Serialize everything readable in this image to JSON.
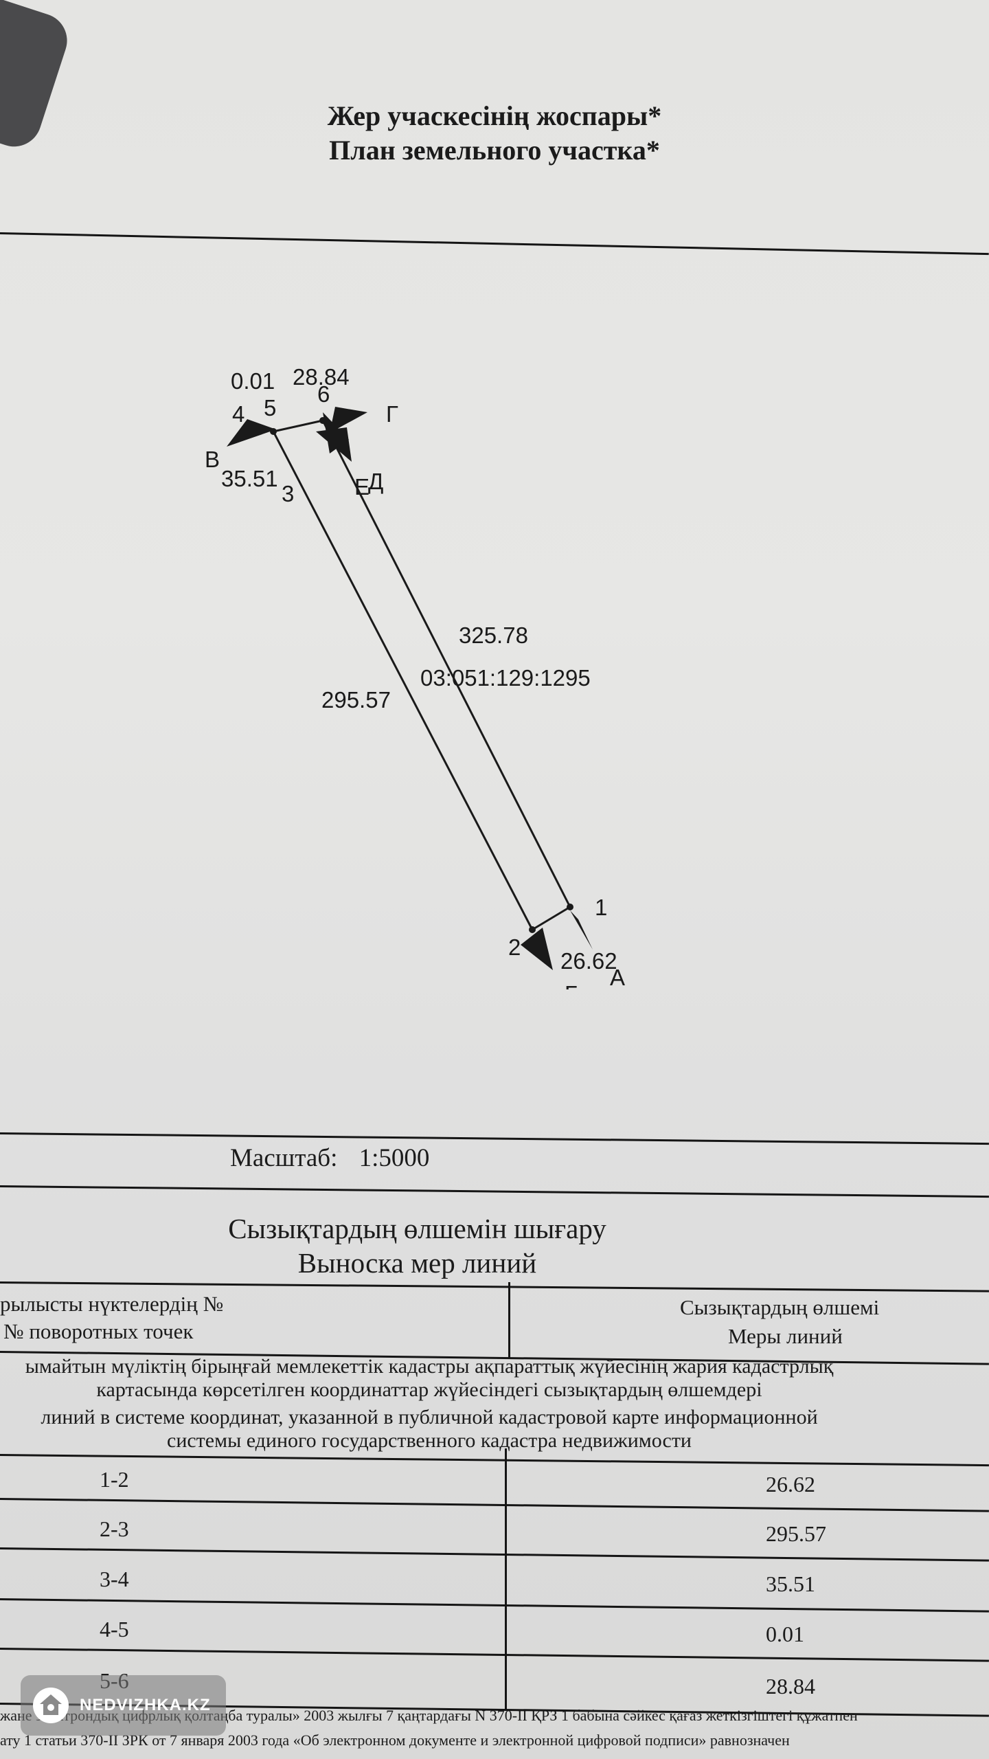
{
  "header": {
    "title_kz": "Жер учаскесінің жоспары*",
    "title_ru": "План земельного участка*"
  },
  "plan": {
    "cadastral_number": "03:051:129:1295",
    "points": [
      "1",
      "2",
      "3",
      "4",
      "5",
      "6"
    ],
    "arrows": [
      "А",
      "Б",
      "В",
      "Г",
      "Д",
      "Е"
    ],
    "segment_labels": {
      "s1_2": "26.62",
      "s2_3": "295.57",
      "s3_4": "35.51",
      "s4_5": "0.01",
      "s5_6": "28.84",
      "side_right": "325.78"
    }
  },
  "scale": {
    "label": "Масштаб:",
    "value": "1:5000"
  },
  "measures": {
    "title_kz": "Сызықтардың өлшемін шығару",
    "title_ru": "Выноска мер линий",
    "col1_kz": "рылысты нүктелердің №",
    "col1_ru": "№ поворотных точек",
    "col2_kz": "Сызықтардың өлшемі",
    "col2_ru": "Меры линий",
    "note": [
      "ымайтын мүліктің бірыңғай мемлекеттік кадастры ақпараттық жүйесінің жария кадастрлық",
      "картасында көрсетілген координаттар жүйесіндегі сызықтардың өлшемдері",
      "линий в системе координат, указанной в публичной кадастровой карте информационной",
      "системы единого государственного кадастра недвижимости"
    ],
    "rows": [
      {
        "points": "1-2",
        "length": "26.62"
      },
      {
        "points": "2-3",
        "length": "295.57"
      },
      {
        "points": "3-4",
        "length": "35.51"
      },
      {
        "points": "4-5",
        "length": "0.01"
      },
      {
        "points": "5-6",
        "length": "28.84"
      }
    ]
  },
  "footer": {
    "line1": "жане электрондық цифрлық қолтаңба туралы» 2003 жылғы 7 қаңтардағы N 370-II ҚРЗ 1 бабына сәйкес қағаз жеткізгіштегі құжатпен",
    "line2": "ату 1 статьи 370-II ЗРК от 7 января 2003 года «Об электронном документе и электронной цифровой подписи» равнозначен"
  },
  "watermark": {
    "text": "NEDVIZHKA.KZ"
  }
}
